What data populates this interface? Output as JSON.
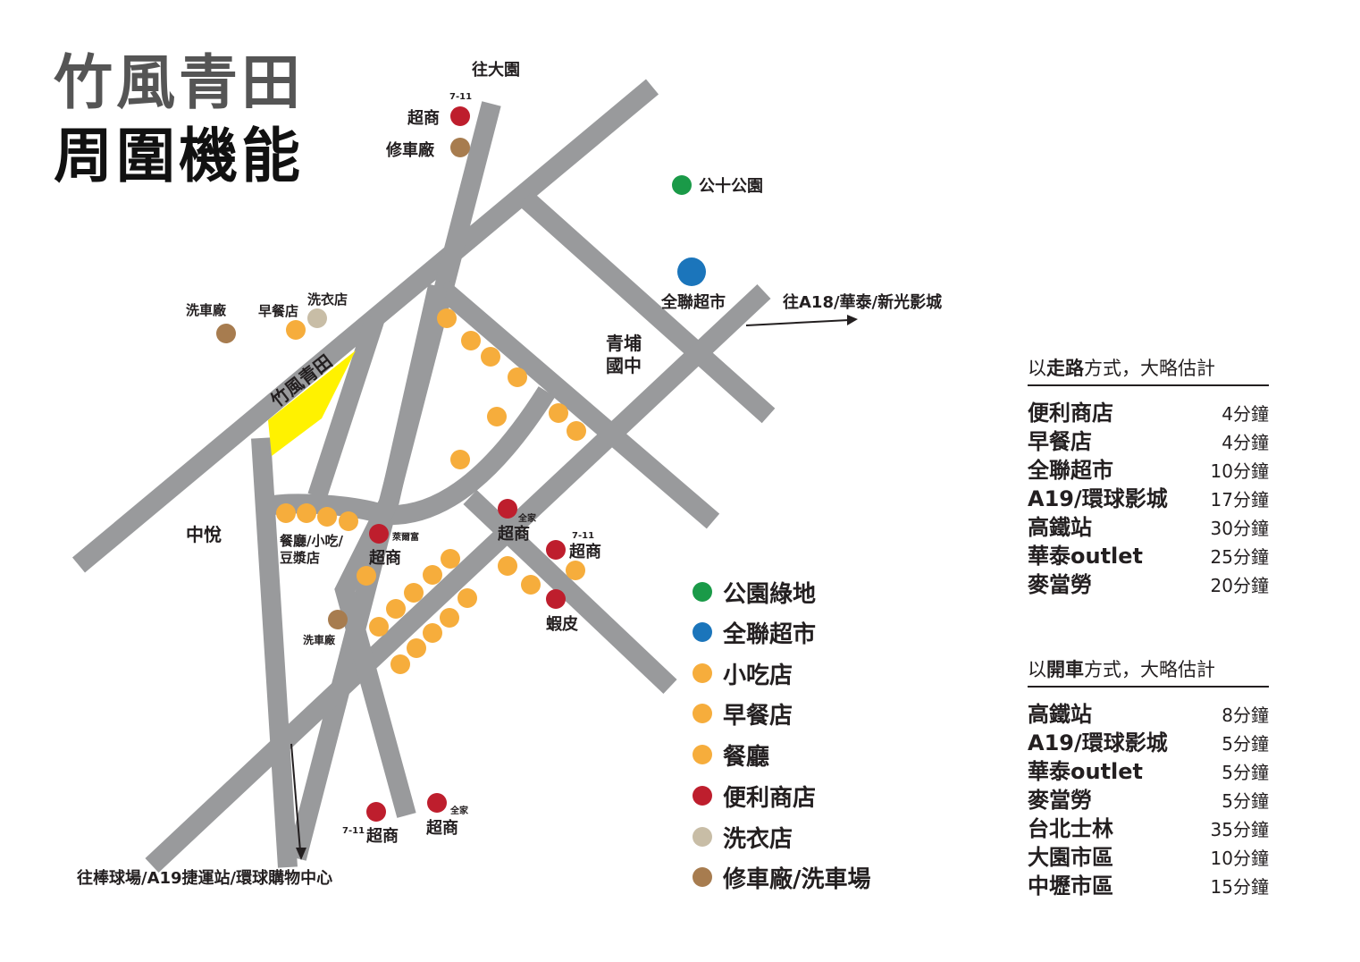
{
  "title": {
    "line1": "竹風青田",
    "line2": "周圍機能"
  },
  "map": {
    "site_label": "竹風青田",
    "to_dayuan": "往大園",
    "to_a18": "往A18/華泰/新光影城",
    "to_a19": "往棒球場/A19捷運站/環球購物中心",
    "zhongyue": "中悅",
    "qingpu_school": "青埔\n國中",
    "park_label": "公十公園",
    "supermarket_label": "全聯超市",
    "north_store_brand": "7-11",
    "north_store_label": "超商",
    "north_repair_label": "修車廠",
    "nw_wash_label": "洗車廠",
    "nw_breakfast_label": "早餐店",
    "nw_laundry_label": "洗衣店",
    "food_label_1": "餐廳/小吃/",
    "food_label_2": "豆漿店",
    "hilife_brand": "萊爾富",
    "hilife_label": "超商",
    "familymart_mid_brand": "全家",
    "familymart_mid_label": "超商",
    "seven_mid_brand": "7-11",
    "seven_mid_label": "超商",
    "shopee_label": "蝦皮",
    "sw_wash_label": "洗車廠",
    "seven_south_brand": "7-11",
    "seven_south_label": "超商",
    "familymart_south_brand": "全家",
    "familymart_south_label": "超商"
  },
  "colors": {
    "road": "#999a9c",
    "park": "#1a9a48",
    "supermarket": "#1b75bb",
    "food": "#f6ad3c",
    "store": "#be1e2d",
    "laundry": "#c8bda6",
    "repair": "#a77c4f",
    "site": "#fff200"
  },
  "legend": [
    {
      "label": "公園綠地",
      "color": "#1a9a48"
    },
    {
      "label": "全聯超市",
      "color": "#1b75bb"
    },
    {
      "label": "小吃店",
      "color": "#f6ad3c"
    },
    {
      "label": "早餐店",
      "color": "#f6ad3c"
    },
    {
      "label": "餐廳",
      "color": "#f6ad3c"
    },
    {
      "label": "便利商店",
      "color": "#be1e2d"
    },
    {
      "label": "洗衣店",
      "color": "#c8bda6"
    },
    {
      "label": "修車廠/洗車場",
      "color": "#a77c4f"
    }
  ],
  "walk": {
    "head_pre": "以",
    "head_bold": "走路",
    "head_post": "方式，大略估計",
    "rows": [
      {
        "name": "便利商店",
        "time": "4分鐘"
      },
      {
        "name": "早餐店",
        "time": "4分鐘"
      },
      {
        "name": "全聯超市",
        "time": "10分鐘"
      },
      {
        "name": "A19/環球影城",
        "time": "17分鐘"
      },
      {
        "name": "高鐵站",
        "time": "30分鐘"
      },
      {
        "name": "華泰outlet",
        "time": "25分鐘"
      },
      {
        "name": "麥當勞",
        "time": "20分鐘"
      }
    ]
  },
  "drive": {
    "head_pre": "以",
    "head_bold": "開車",
    "head_post": "方式，大略估計",
    "rows": [
      {
        "name": "高鐵站",
        "time": "8分鐘"
      },
      {
        "name": "A19/環球影城",
        "time": "5分鐘"
      },
      {
        "name": "華泰outlet",
        "time": "5分鐘"
      },
      {
        "name": "麥當勞",
        "time": "5分鐘"
      },
      {
        "name": "台北士林",
        "time": "35分鐘"
      },
      {
        "name": "大園市區",
        "time": "10分鐘"
      },
      {
        "name": "中壢市區",
        "time": "15分鐘"
      }
    ]
  }
}
